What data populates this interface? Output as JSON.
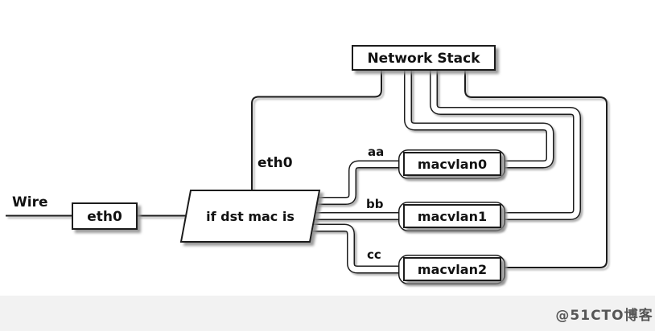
{
  "diagram": {
    "network_stack": {
      "label": "Network Stack"
    },
    "wire": {
      "label": "Wire"
    },
    "eth0_box": {
      "label": "eth0"
    },
    "nic": {
      "label": "eth0"
    },
    "demux": {
      "label": "if dst mac is"
    },
    "branches": [
      {
        "label": "aa"
      },
      {
        "label": "bb"
      },
      {
        "label": "cc"
      }
    ],
    "macvlans": [
      {
        "label": "macvlan0"
      },
      {
        "label": "macvlan1"
      },
      {
        "label": "macvlan2"
      }
    ],
    "colors": {
      "line": "#1a1a1a",
      "shadow": "#8a8a8a",
      "background": "#ffffff",
      "footer_band": "#f2f2f2",
      "watermark_text": "#565656"
    }
  },
  "watermark": {
    "text": "@51CTO博客"
  }
}
